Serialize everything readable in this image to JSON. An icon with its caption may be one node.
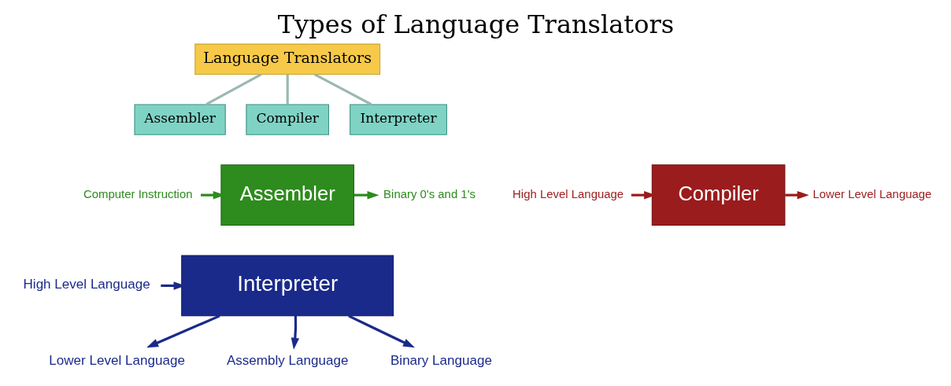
{
  "diagram": {
    "title": "Types of Language Translators",
    "nodes": [
      {
        "text": [
          "Language Translators"
        ]
      },
      {
        "text": [
          "Assembler"
        ]
      },
      {
        "text": [
          "Compiler"
        ]
      },
      {
        "text": [
          "Interpreter"
        ]
      },
      {
        "text": [
          "Computer Instruction"
        ]
      },
      {
        "text": [
          "Assembler"
        ]
      },
      {
        "text": [
          "Binary 0's and 1's"
        ]
      },
      {
        "text": [
          "High Level Language"
        ]
      },
      {
        "text": [
          "Compiler"
        ]
      },
      {
        "text": [
          "Lower Level Language"
        ]
      },
      {
        "text": [
          "High Level Language"
        ]
      },
      {
        "text": [
          "Interpreter"
        ]
      },
      {
        "text": [
          "Lower Level Language"
        ]
      },
      {
        "text": [
          "Assembly Language"
        ]
      },
      {
        "text": [
          "Binary Language"
        ]
      }
    ],
    "edges": [
      {
        "from": 0,
        "to": 1,
        "arrow": "none",
        "color": "#9ab8b4"
      },
      {
        "from": 0,
        "to": 2,
        "arrow": "none",
        "color": "#9ab8b4"
      },
      {
        "from": 0,
        "to": 3,
        "arrow": "none",
        "color": "#9ab8b4"
      },
      {
        "from": 4,
        "to": 5,
        "arrow": "to",
        "color": "#2e8b1e"
      },
      {
        "from": 5,
        "to": 6,
        "arrow": "to",
        "color": "#2e8b1e"
      },
      {
        "from": 7,
        "to": 8,
        "arrow": "to",
        "color": "#9b1c1c"
      },
      {
        "from": 8,
        "to": 9,
        "arrow": "to",
        "color": "#9b1c1c"
      },
      {
        "from": 10,
        "to": 11,
        "arrow": "to",
        "color": "#1a2a8a"
      },
      {
        "from": 11,
        "to": 12,
        "arrow": "to",
        "color": "#1a2a8a"
      },
      {
        "from": 11,
        "to": 13,
        "arrow": "to",
        "color": "#1a2a8a"
      },
      {
        "from": 11,
        "to": 14,
        "arrow": "to",
        "color": "#1a2a8a"
      }
    ]
  }
}
